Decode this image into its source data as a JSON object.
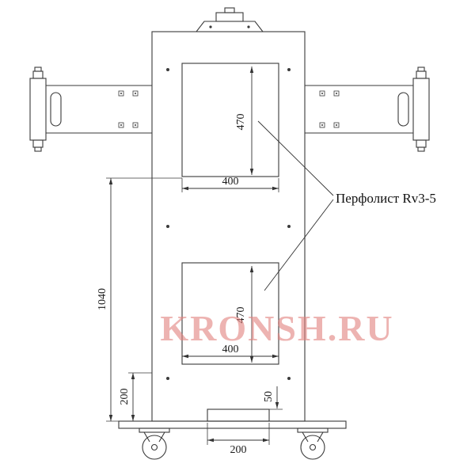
{
  "drawing": {
    "callout": "Перфолист Rv3-5",
    "dims": {
      "upper_window_height": "470",
      "upper_window_width": "400",
      "column_height": "1040",
      "lower_offset": "200",
      "lower_window_height": "470",
      "lower_window_width": "400",
      "notch_height": "50",
      "notch_width": "200"
    }
  },
  "watermark": "KRONSH.RU",
  "colors": {
    "line": "#3a3a3a",
    "dimension": "#333333",
    "text": "#1a1a1a",
    "watermark": "#e2827e"
  }
}
